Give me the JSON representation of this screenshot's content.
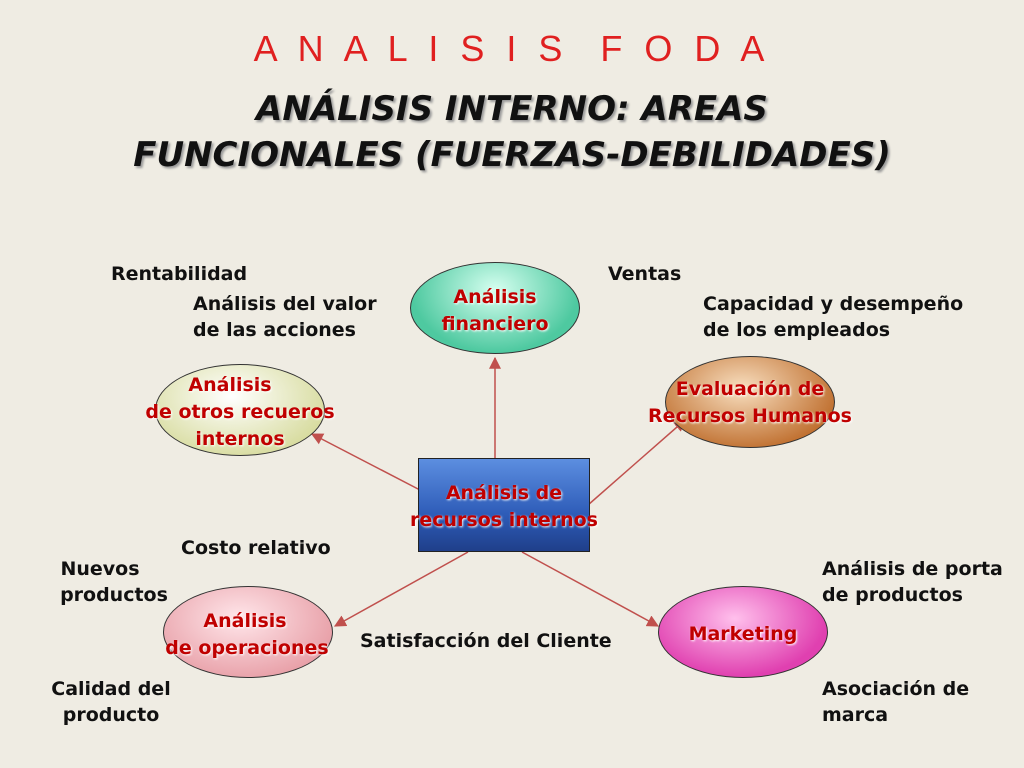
{
  "title": "A N A L I S I S  F O D A",
  "subtitle": {
    "line1": "ANÁLISIS INTERNO: AREAS",
    "line2": "FUNCIONALES (FUERZAS-DEBILIDADES)"
  },
  "nodes": {
    "center": {
      "line1": "Análisis de",
      "line2": "recursos internos"
    },
    "financiero": {
      "line1": "Análisis",
      "line2": "financiero"
    },
    "recursos_humanos": {
      "line1": "Evaluación de",
      "line2": "Recursos Humanos"
    },
    "otros": {
      "line1": "Análisis",
      "line2": "de otros recueros",
      "line3": "internos"
    },
    "operaciones": {
      "line1": "Análisis",
      "line2": "de operaciones"
    },
    "marketing": {
      "line1": "Marketing"
    }
  },
  "labels": {
    "rentabilidad": "Rentabilidad",
    "valor_line1": "Análisis del valor",
    "valor_line2": "de las acciones",
    "ventas": "Ventas",
    "capacidad_line1": "Capacidad y desempeño",
    "capacidad_line2": "de los empleados",
    "costo": "Costo relativo",
    "nuevos_line1": "Nuevos",
    "nuevos_line2": "productos",
    "satisfaccion": "Satisfacción del Cliente",
    "calidad_line1": "Calidad del",
    "calidad_line2": "producto",
    "portafolio_line1": "Análisis de porta",
    "portafolio_line2": "de productos",
    "asociacion_line1": "Asociación de",
    "asociacion_line2": "marca"
  },
  "colors": {
    "title": "#e02020",
    "node_text": "#c00000",
    "arrow": "#c0504d",
    "center_box": "#2e5cb8",
    "financiero": "#4ec9a0",
    "recursos_humanos": "#c07030",
    "otros": "#d8dca0",
    "operaciones": "#e8a0a8",
    "marketing": "#e040b0"
  }
}
